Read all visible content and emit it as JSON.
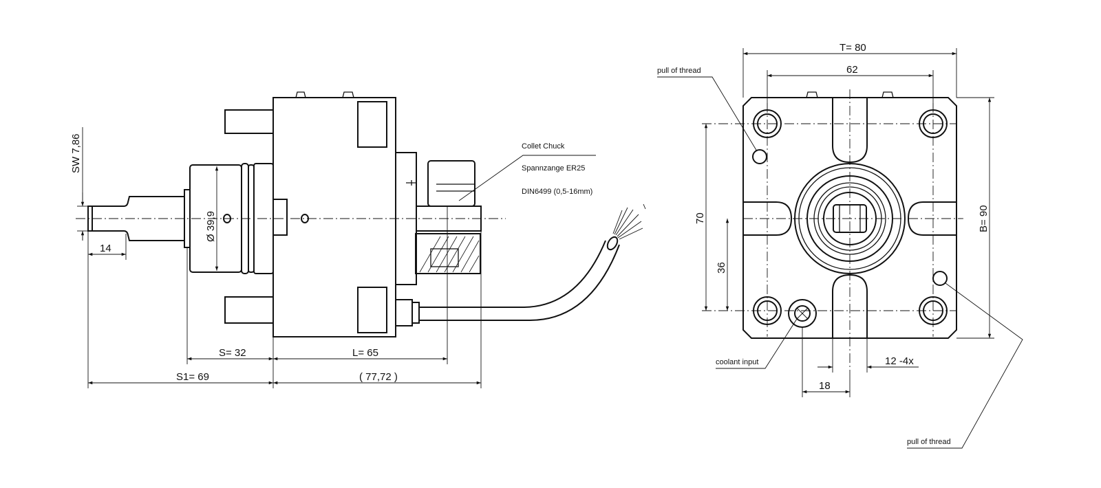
{
  "side_view": {
    "sw_label": "SW 7,86",
    "dim_14": "14",
    "dia_label": "Ø 39,9",
    "s_label": "S= 32",
    "s1_label": "S1= 69",
    "l_label": "L= 65",
    "total_label": "( 77,72 )",
    "collet_line1": "Collet Chuck",
    "collet_line2": "Spannzange ER25",
    "collet_line3": "DIN6499 (0,5-16mm)"
  },
  "front_view": {
    "t_label": "T= 80",
    "dim_62": "62",
    "dim_70": "70",
    "dim_36": "36",
    "b_label": "B= 90",
    "dim_12": "12 -4x",
    "dim_18": "18",
    "pull_thread_top": "pull of thread",
    "pull_thread_bottom": "pull of thread",
    "coolant_input": "coolant input"
  }
}
